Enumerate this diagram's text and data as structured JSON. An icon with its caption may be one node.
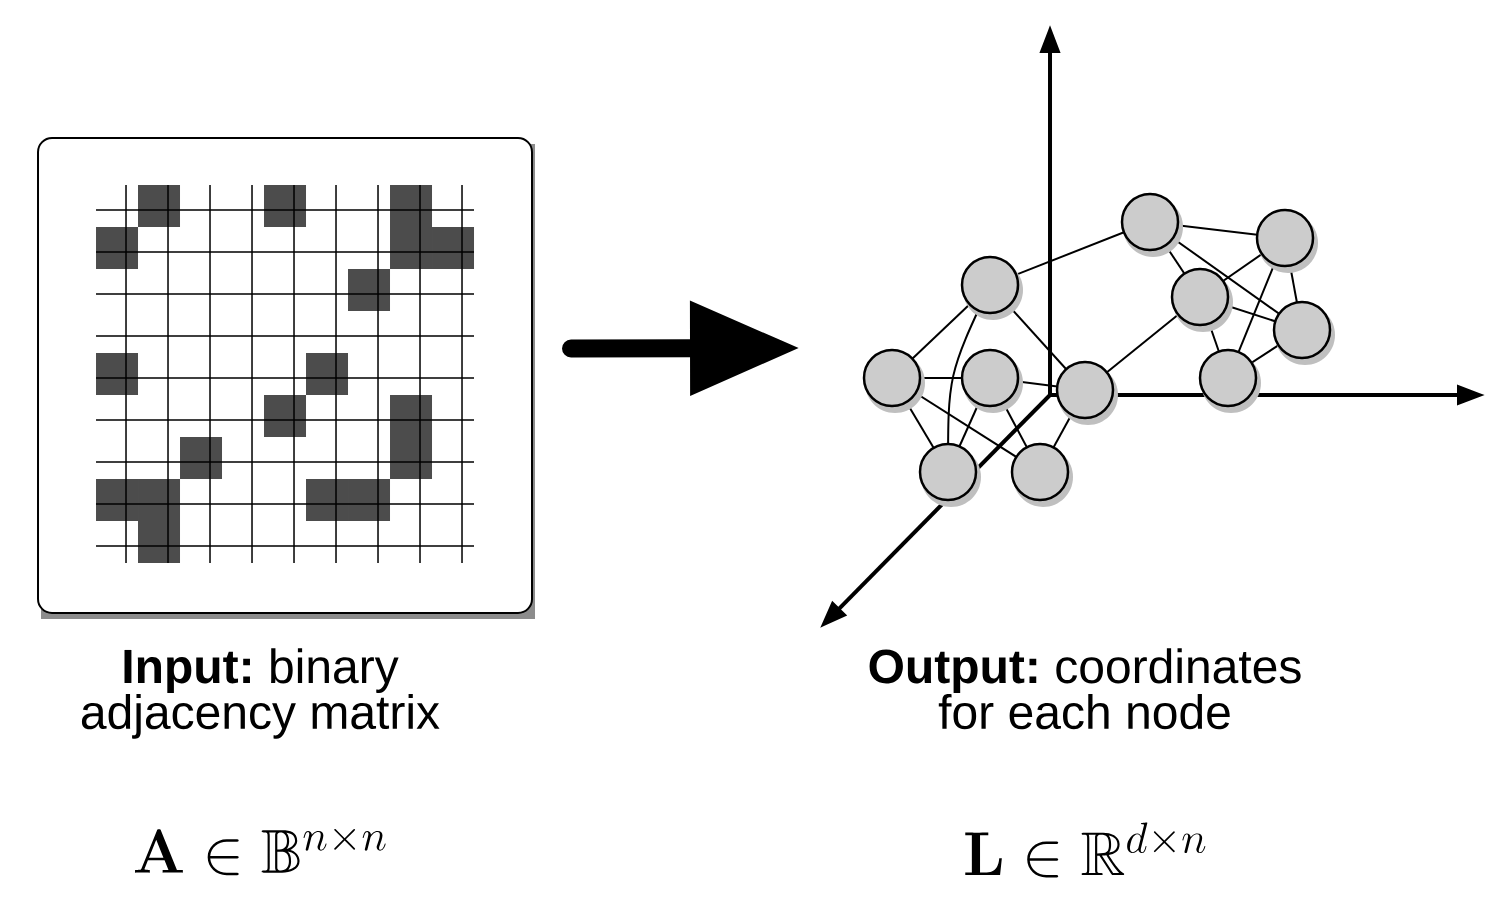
{
  "diagram": {
    "nodes": [
      {
        "text": [
          "**Input:** binary adjacency matrix"
        ]
      },
      {
        "text": [
          "**Output:** coordinates for each node"
        ],
        "beside": [
          "\\mathbf{L} \\in \\mathbb{R}^{d \\times n}"
        ]
      },
      {
        "text": [],
        "shape": "circle"
      },
      {
        "text": [],
        "shape": "circle"
      },
      {
        "text": [],
        "shape": "circle"
      },
      {
        "text": [],
        "shape": "circle"
      },
      {
        "text": [],
        "shape": "circle"
      },
      {
        "text": [],
        "shape": "circle"
      },
      {
        "text": [],
        "shape": "circle"
      },
      {
        "text": [],
        "shape": "circle"
      },
      {
        "text": [],
        "shape": "circle"
      },
      {
        "text": [],
        "shape": "circle"
      },
      {
        "text": [],
        "shape": "circle"
      }
    ],
    "edges": [
      {
        "from": 0,
        "to": null,
        "arrow": "to",
        "style": "thick"
      },
      {
        "from": 2,
        "to": 3,
        "arrow": "none"
      },
      {
        "from": 2,
        "to": 7,
        "arrow": "none"
      },
      {
        "from": 2,
        "to": 9,
        "arrow": "none"
      },
      {
        "from": 2,
        "to": 11,
        "arrow": "none"
      },
      {
        "from": 3,
        "to": 4,
        "arrow": "none"
      },
      {
        "from": 3,
        "to": 5,
        "arrow": "none"
      },
      {
        "from": 3,
        "to": 6,
        "arrow": "none"
      },
      {
        "from": 4,
        "to": 5,
        "arrow": "none"
      },
      {
        "from": 4,
        "to": 6,
        "arrow": "none"
      },
      {
        "from": 4,
        "to": 10,
        "arrow": "none"
      },
      {
        "from": 5,
        "to": 6,
        "arrow": "none"
      },
      {
        "from": 5,
        "to": 9,
        "arrow": "none"
      },
      {
        "from": 5,
        "to": 10,
        "arrow": "none"
      },
      {
        "from": 6,
        "to": 10,
        "arrow": "none"
      },
      {
        "from": 7,
        "to": 8,
        "arrow": "none"
      },
      {
        "from": 7,
        "to": 11,
        "arrow": "none"
      },
      {
        "from": 7,
        "to": 12,
        "arrow": "none"
      },
      {
        "from": 8,
        "to": 9,
        "arrow": "none"
      },
      {
        "from": 8,
        "to": 11,
        "arrow": "none"
      },
      {
        "from": 8,
        "to": 12,
        "arrow": "none"
      },
      {
        "from": 9,
        "to": 12,
        "arrow": "none"
      }
    ],
    "labels": [
      "\\mathbf{A} \\in \\mathbb{B}^{n \\times n}"
    ]
  }
}
